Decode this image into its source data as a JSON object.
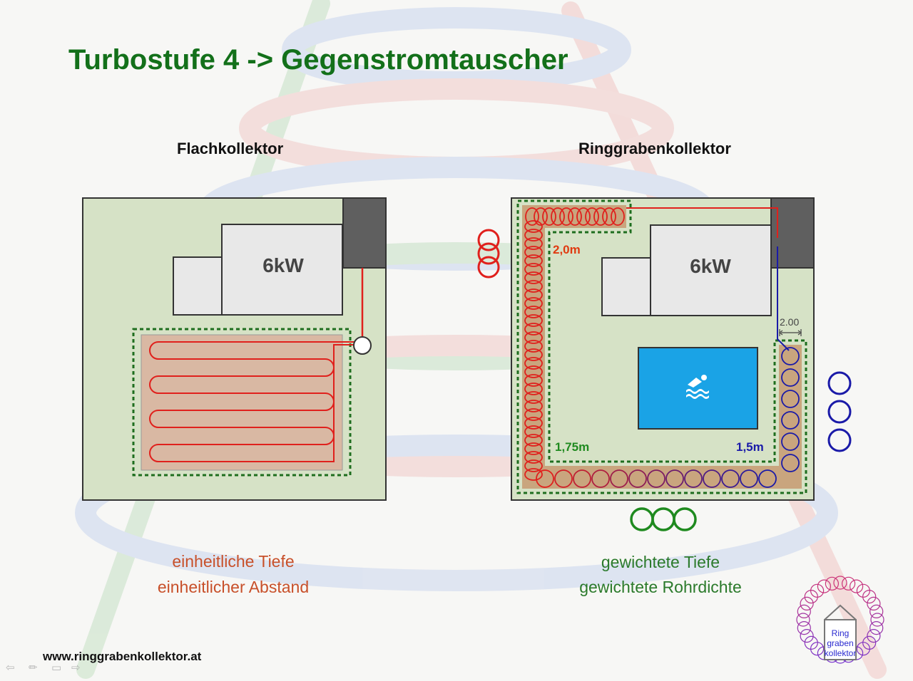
{
  "title": "Turbostufe 4 -> Gegenstromtauscher",
  "left": {
    "heading": "Flachkollektor",
    "power": "6kW",
    "caption_lines": [
      "einheitliche Tiefe",
      "einheitlicher Abstand"
    ]
  },
  "right": {
    "heading": "Ringgrabenkollektor",
    "power": "6kW",
    "depth_top": "2,0m",
    "depth_left": "1,75m",
    "depth_right": "1,5m",
    "distance": "2.00",
    "caption_lines": [
      "gewichtete Tiefe",
      "gewichtete Rohrdichte"
    ]
  },
  "footer": {
    "url": "www.ringgrabenkollektor.at"
  },
  "logo": {
    "lines": [
      "Ring",
      "graben",
      "kollektor"
    ]
  },
  "colors": {
    "title_green": "#13701a",
    "pipe_red": "#e0201c",
    "pipe_blue": "#1a1aa8",
    "collector_green": "#1f8a1f",
    "lawn": "#d6e2c6",
    "trench": "#c9a57e",
    "pool": "#1aa3e6",
    "garage": "#5f5f5f"
  },
  "icons": [
    "swimmer-icon",
    "arrow-left-icon",
    "pen-icon",
    "screen-icon",
    "arrow-right-icon"
  ]
}
